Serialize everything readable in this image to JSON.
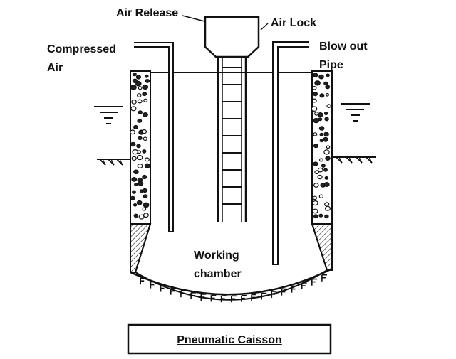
{
  "labels": {
    "air_release": "Air Release",
    "air_lock": "Air Lock",
    "compressed": "Compressed",
    "air": "Air",
    "blow_out": "Blow out",
    "pipe": "Pipe",
    "working": "Working",
    "chamber": "chamber",
    "title": "Pneumatic Caisson"
  },
  "colors": {
    "ink": "#111111",
    "background": "#ffffff"
  }
}
